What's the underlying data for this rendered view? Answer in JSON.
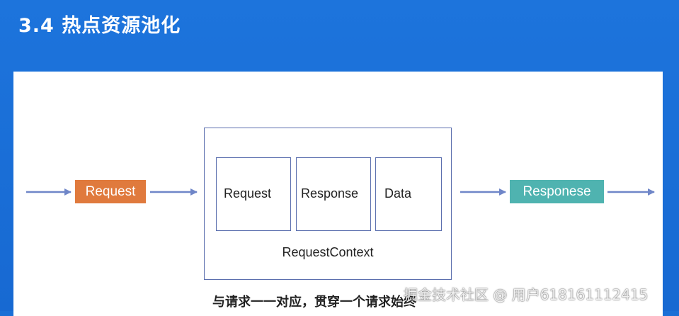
{
  "slide": {
    "title": "3.4 热点资源池化",
    "caption": "与请求一一对应，贯穿一个请求始终"
  },
  "diagram": {
    "input_node": "Request",
    "output_node": "Responese",
    "container_label": "RequestContext",
    "components": [
      "Request",
      "Response",
      "Data"
    ]
  },
  "watermark": "掘金技术社区 @ 用户618161112415",
  "colors": {
    "background": "#1d74dc",
    "request_node": "#e07a3d",
    "response_node": "#4fb3b0",
    "arrow": "#6f86c8",
    "box_border": "#5b6fae"
  }
}
